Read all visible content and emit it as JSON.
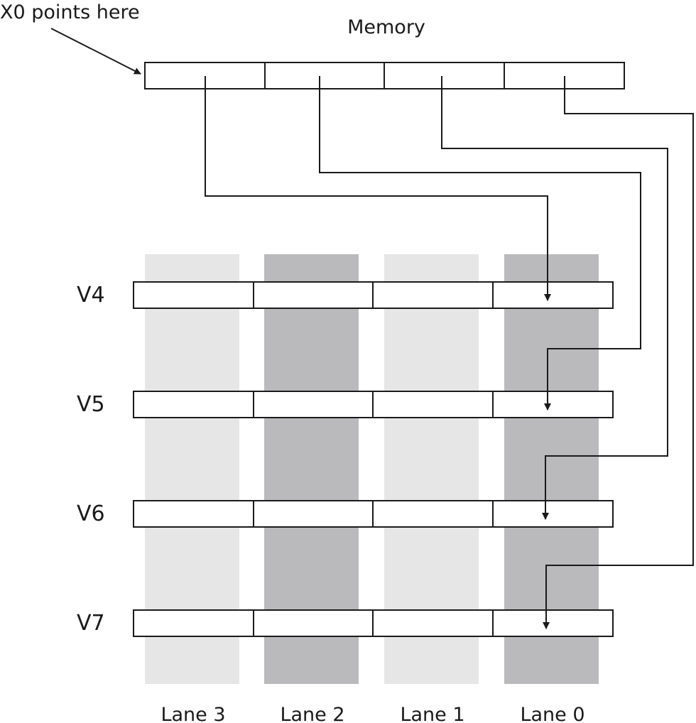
{
  "pointer_label": "X0 points here",
  "memory_label": "Memory",
  "registers": [
    "V4",
    "V5",
    "V6",
    "V7"
  ],
  "lanes": [
    "Lane 3",
    "Lane 2",
    "Lane 1",
    "Lane 0"
  ],
  "colors": {
    "lane_light": "#e6e6e7",
    "lane_dark": "#bababd",
    "stroke": "#1a1a1a"
  }
}
